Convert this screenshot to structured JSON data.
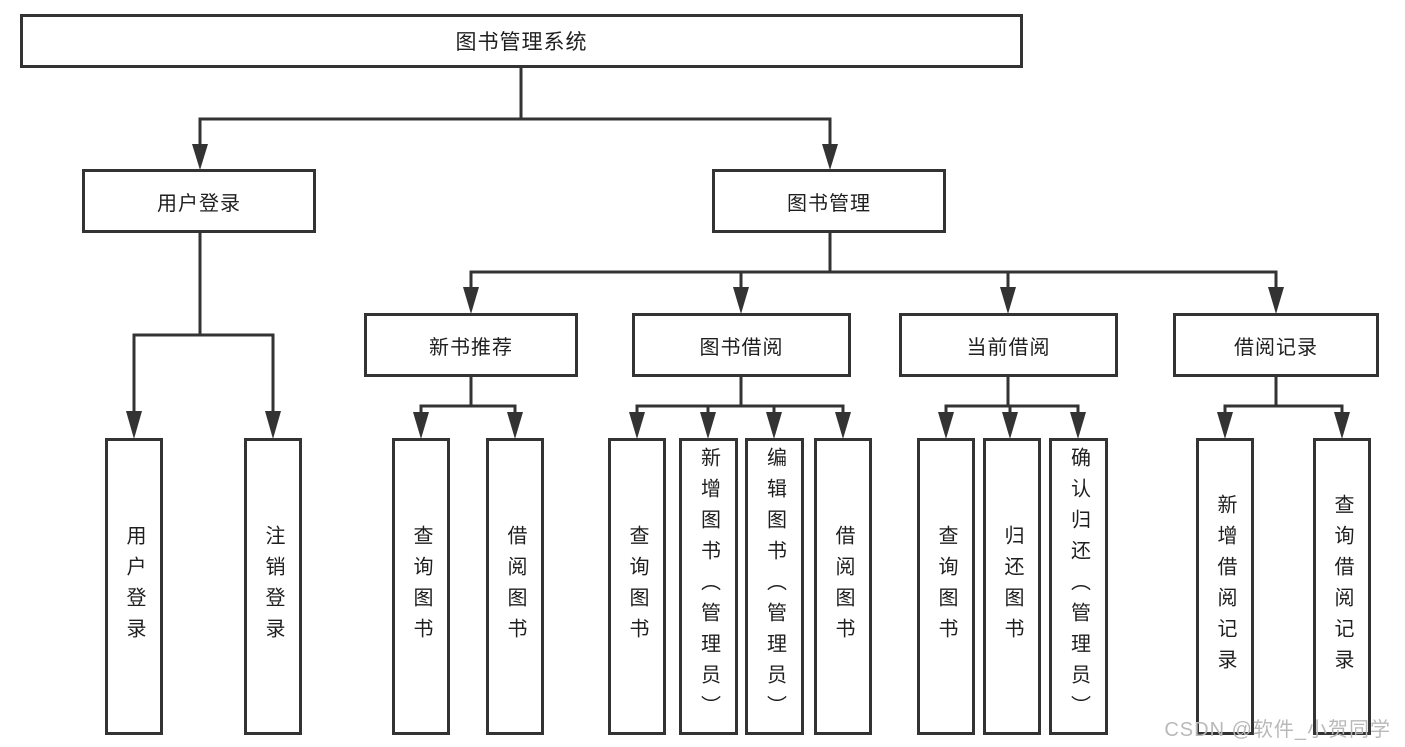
{
  "colors": {
    "line": "#333333",
    "box_bg": "#ffffff",
    "text": "#1f1f1f",
    "watermark": "#b9b9b9",
    "background": "#ffffff"
  },
  "watermark": {
    "text": "CSDN @软件_小贺同学"
  },
  "tree": {
    "root": {
      "label": "图书管理系统"
    },
    "branches": [
      {
        "label": "用户登录",
        "children": [
          {
            "label": "用户登录"
          },
          {
            "label": "注销登录"
          }
        ]
      },
      {
        "label": "图书管理",
        "sections": [
          {
            "label": "新书推荐",
            "children": [
              {
                "label": "查询图书"
              },
              {
                "label": "借阅图书"
              }
            ]
          },
          {
            "label": "图书借阅",
            "children": [
              {
                "label": "查询图书"
              },
              {
                "label": "新增图书（管理员）"
              },
              {
                "label": "编辑图书（管理员）"
              },
              {
                "label": "借阅图书"
              }
            ]
          },
          {
            "label": "当前借阅",
            "children": [
              {
                "label": "查询图书"
              },
              {
                "label": "归还图书"
              },
              {
                "label": "确认归还（管理员）"
              }
            ]
          },
          {
            "label": "借阅记录",
            "children": [
              {
                "label": "新增借阅记录"
              },
              {
                "label": "查询借阅记录"
              }
            ]
          }
        ]
      }
    ]
  }
}
